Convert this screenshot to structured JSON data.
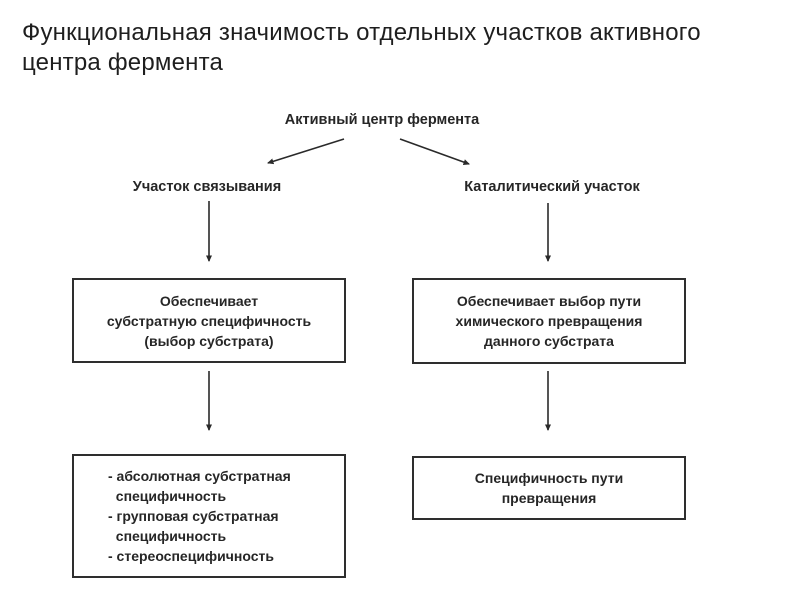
{
  "title_lines": [
    "Функциональная значимость отдельных участков активного",
    "центра фермента"
  ],
  "diagram": {
    "root_label": "Активный центр фермента",
    "left_branch": {
      "label": "Участок связывания",
      "function_box_lines": [
        "Обеспечивает",
        "субстратную специфичность",
        "(выбор субстрата)"
      ],
      "result_box_lines": [
        "- абсолютная субстратная",
        "  специфичность",
        "- групповая субстратная",
        "  специфичность",
        "- стереоспецифичность"
      ]
    },
    "right_branch": {
      "label": "Каталитический участок",
      "function_box_lines": [
        "Обеспечивает выбор пути",
        "химического превращения",
        "данного субстрата"
      ],
      "result_box_lines": [
        "Специфичность пути",
        "превращения"
      ]
    }
  },
  "colors": {
    "background": "#ffffff",
    "title_text": "#1e1e1e",
    "diagram_text": "#262626",
    "box_border": "#2e2e2e",
    "arrow": "#2a2a2a"
  }
}
